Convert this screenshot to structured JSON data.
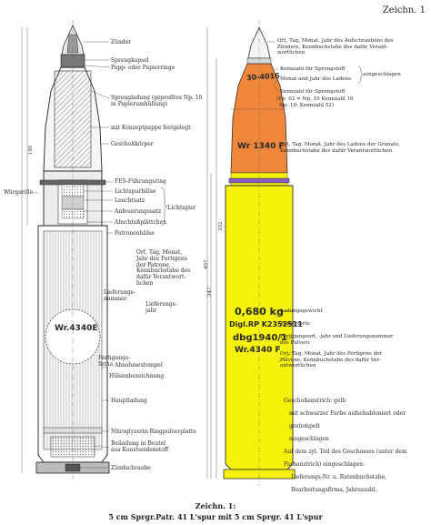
{
  "header": {
    "figure_label": "Zeichn. 1"
  },
  "left_labels": {
    "zuender": "Zünder",
    "sprengkapsel": "Sprengkapsel",
    "papp": "Papp- oder Papierringe",
    "sprengladung_1": "Sprengladung (gepreßtes Np. 10",
    "sprengladung_2": "in Papierumhüllung)",
    "kopfpappe": "mit Konzeptpappe festgelegt",
    "geschosskoerper": "Geschoßkörper",
    "fes": "FES-Führungsring",
    "wuergerille": "Würgerille",
    "lichtspurhuelse": "Lichtspurhülse",
    "leuchtsatz": "Leuchtsatz",
    "anfeuerungssatz": "Anfeuerungssatz",
    "abschluss": "Abschlußplättchen",
    "lichtspur": "Lichtspur",
    "patronenhuelse": "Patronenhülse",
    "text_block_1": "Ort, Tag, Monat,",
    "text_block_2": "Jahr des Fertigens",
    "text_block_3": "der Patrone,",
    "text_block_4": "Kennbuchstabe des",
    "text_block_5": "dafür Verantwort-",
    "text_block_6": "lichen",
    "lieferungsnummer_1": "Lieferungs-",
    "lieferungsnummer_2": "nummer",
    "lieferungs_jahr_1": "Lieferungs-",
    "lieferungs_jahr_2": "jahr",
    "fertigungsfirma_1": "Fertigungs-",
    "fertigungsfirma_2": "firma",
    "abnahmestempel": "Abnahmestempel",
    "halsenbezeichnung": "Hülsenbezeichnung",
    "hauptladung": "Hauptladung",
    "nitro": "Nitroglyzerin-Ringpulverplatte",
    "beiladung_1": "Beiladung in Beutel",
    "beiladung_2": "aus Kunstseidenstoff",
    "zuendschraube": "Zündschraube",
    "base_stamp": "Wr.4340E"
  },
  "dimensions": {
    "d1": "180",
    "d2": "457",
    "d3": "332",
    "d4": "347"
  },
  "right_labels": {
    "r1_1": "Ort, Tag, Monat, Jahr des Aufschraubens des",
    "r1_2": "Zünders, Kennbuchstabe des dafür Verant-",
    "r1_3": "wortlichen",
    "r2": "Kennzahl für Sprengstoff",
    "r3": "Monat und Jahr des Ladens",
    "r3b": "eingeschlagen",
    "r4": "Kennzahl für Sprengstoff",
    "r5": "(Fp. 02 = Np. 10 Kennzahl 16",
    "r6": "Np. 10: Kennzahl 52)",
    "r7_1": "Ort, Tag, Monat, Jahr des Ladens der Granate,",
    "r7_2": "Kennbuchstabe des dafür Verantwortlichen",
    "r8": "Ladungsgewicht",
    "r9": "Pulversorte",
    "r10_1": "Fertigungsort, -jahr und Lieferungsnummer",
    "r10_2": "des Pulvers",
    "r11_1": "Ort, Tag, Monat, Jahr des Fertigens der",
    "r11_2": "Patrone, Kennbuchstabe des dafür Ver-",
    "r11_3": "antwortlichen",
    "n1": "Geschoßanstrich: gelb",
    "n2": "mit schwarzer Farbe aufschabloniert oder",
    "n3": "gestempelt",
    "n4": "eingeschlagen",
    "n5": "Auf dem zyl. Teil des Geschosses (unter dem",
    "n6": "Farbanstrich) eingeschlagen:",
    "n7": "Lieferungs-Nr. u. Ratenbuchstabe,",
    "n8": "Bearbeitungsfirma, Jahreszahl."
  },
  "shell_marks": {
    "top_mark": "30-4016",
    "mid_mark": "Wr 1340 F",
    "weight": "0,680 kg",
    "powder": "Digl.RP K2352511",
    "lot": "dbg1940/1",
    "stamp": "Wr.4340 F"
  },
  "caption": {
    "line1": "Zeichn. 1:",
    "line2": "5 cm Sprgr.Patr. 41 L'spur mit 5 cm Sprgr. 41 L'spur"
  },
  "colors": {
    "orange": "#f0863a",
    "yellow": "#f6f20a",
    "purple": "#8c5cc8",
    "ink": "#2a2a2a"
  }
}
